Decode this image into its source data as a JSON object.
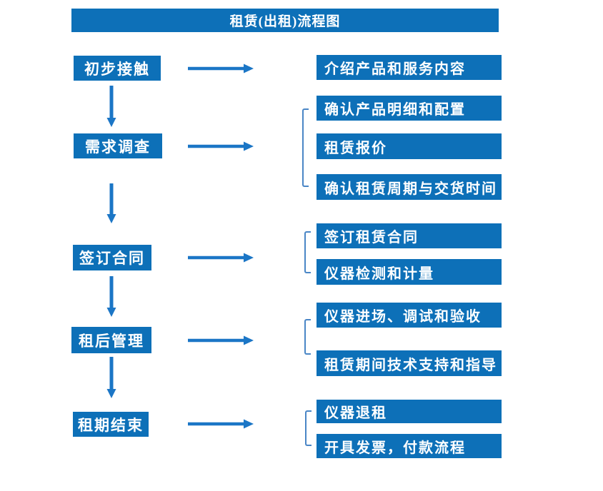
{
  "title": "租赁(出租)流程图",
  "colors": {
    "box": "#0d70b8",
    "arrow": "#1b76c6",
    "bracket": "#4a86c6",
    "text": "#ffffff",
    "background": "#ffffff"
  },
  "stages": [
    {
      "label": "初步接触",
      "outputs": [
        "介绍产品和服务内容"
      ]
    },
    {
      "label": "需求调查",
      "outputs": [
        "确认产品明细和配置",
        "租赁报价",
        "确认租赁周期与交货时间"
      ]
    },
    {
      "label": "签订合同",
      "outputs": [
        "签订租赁合同",
        "仪器检测和计量"
      ]
    },
    {
      "label": "租后管理",
      "outputs": [
        "仪器进场、调试和验收",
        "租赁期间技术支持和指导"
      ]
    },
    {
      "label": "租期结束",
      "outputs": [
        "仪器退租",
        "开具发票，付款流程"
      ]
    }
  ]
}
